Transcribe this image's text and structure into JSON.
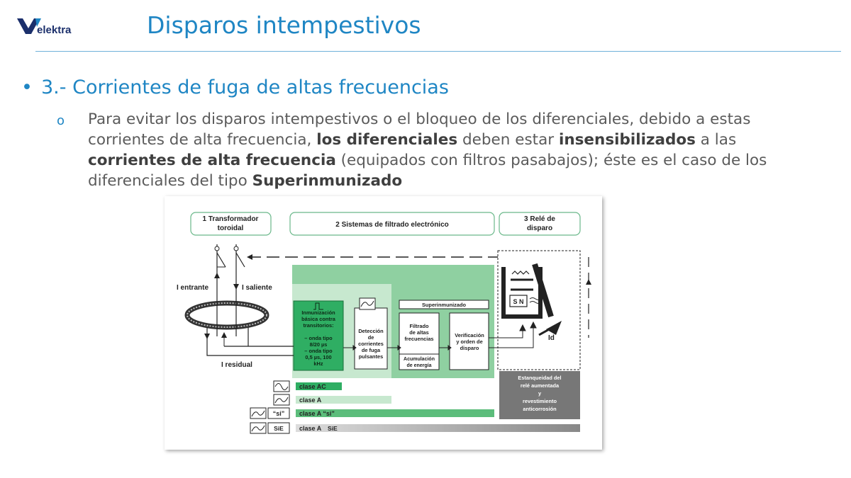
{
  "header": {
    "logo_text": "elektra",
    "title": "Disparos intempestivos"
  },
  "bullet": {
    "number_text": "3.- Corrientes de fuga de altas frecuencias"
  },
  "sub_bullet": {
    "marker": "o",
    "parts": [
      {
        "t": "Para evitar los disparos intempestivos o el bloqueo de los diferenciales, debido a estas corrientes de alta frecuencia, ",
        "b": false
      },
      {
        "t": "los diferenciales",
        "b": true
      },
      {
        "t": " deben estar ",
        "b": false
      },
      {
        "t": "insensibilizados",
        "b": true
      },
      {
        "t": " a las ",
        "b": false
      },
      {
        "t": "corrientes de alta frecuencia",
        "b": true
      },
      {
        "t": " (equipados con filtros pasabajos); éste es el caso de los diferenciales del tipo ",
        "b": false
      },
      {
        "t": "Superinmunizado",
        "b": true
      }
    ]
  },
  "diagram": {
    "box1": [
      "1 Transformador",
      "toroidal"
    ],
    "box2": "2 Sistemas de filtrado electrónico",
    "box3": [
      "3 Relé de",
      "disparo"
    ],
    "i_entrante": "I entrante",
    "i_saliente": "I saliente",
    "i_residual": "I residual",
    "immun": [
      "Inmunización",
      "básica contra",
      "transitorios:",
      "",
      "– onda tipo",
      "8/20 µs",
      "– onda tipo",
      "0,5 µs, 100",
      "kHz"
    ],
    "deteccion": [
      "Detección",
      "de",
      "corrientes",
      "de fuga",
      "pulsantes"
    ],
    "superinm": "Superinmunizado",
    "filtrado": [
      "Filtrado",
      "de altas",
      "frecuencias"
    ],
    "acumulacion": [
      "Acumulación",
      "de energía"
    ],
    "verificacion": [
      "Verificación",
      "y orden de",
      "disparo"
    ],
    "id_label": "Id",
    "sn_label": "S N",
    "estanq": [
      "Estanqueidad del",
      "relé aumentada",
      "y",
      "revestimiento",
      "anticorrosión"
    ],
    "classes": [
      {
        "label": "clase AC",
        "tag": ""
      },
      {
        "label": "clase A",
        "tag": ""
      },
      {
        "label": "clase A “si”",
        "tag": "“si”"
      },
      {
        "label": "clase A",
        "tag": "SiE"
      }
    ],
    "colors": {
      "green_dark": "#2fae63",
      "green_light": "#d7eedc",
      "green_mid": "#8fd0a1",
      "gray": "#777777"
    }
  }
}
